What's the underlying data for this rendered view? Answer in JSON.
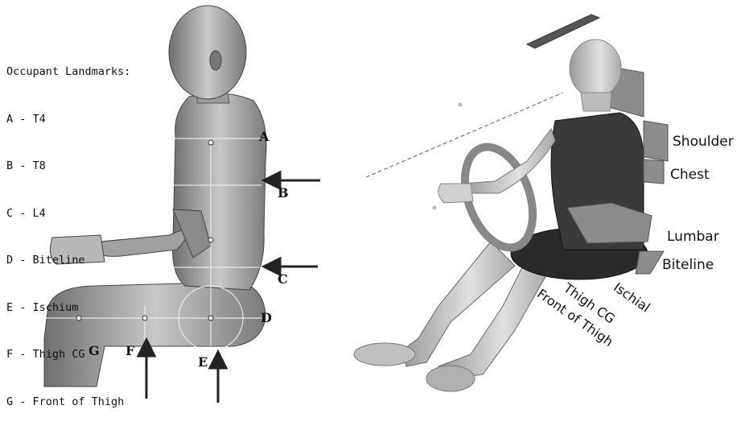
{
  "legend": {
    "title": "Occupant Landmarks:",
    "items": [
      "A - T4",
      "B - T8",
      "C - L4",
      "D - Biteline",
      "E - Ischium",
      "F - Thigh CG",
      "G - Front of Thigh"
    ]
  },
  "left_markers": {
    "a": "A",
    "b": "B",
    "c": "C",
    "d": "D",
    "e": "E",
    "f": "F",
    "g": "G"
  },
  "right_labels": {
    "shoulder": "Shoulder",
    "chest": "Chest",
    "lumbar": "Lumbar",
    "biteline": "Biteline",
    "ischial": "Ischial",
    "thigh_cg": "Thigh CG",
    "front_of_thigh": "Front of Thigh"
  }
}
